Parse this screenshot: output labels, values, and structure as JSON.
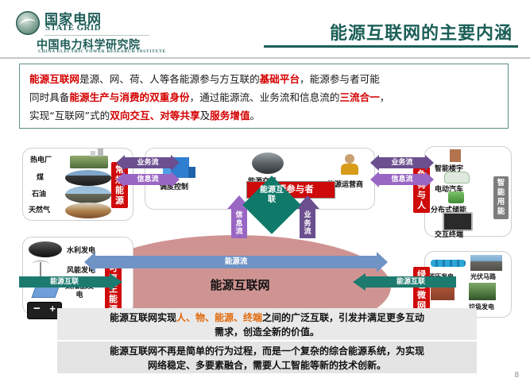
{
  "header": {
    "logo_cn": "国家电网",
    "logo_en": "STATE GRID",
    "logo_cn2": "中国电力科学研究院",
    "logo_en2": "CHINA ELECTRIC POWER RESEARCH INSTITUTE",
    "title": "能源互联网的主要内涵",
    "title_color": "#1b5f57"
  },
  "intro": {
    "line1_a": "能源互联网",
    "line1_b": "是源、网、荷、人等各能源参与方互联的",
    "line1_c": "基础平台",
    "line1_d": "，能源参与者可能",
    "line2_a": "同时具备",
    "line2_b": "能源生产与消费的双重身份",
    "line2_c": "，通过能源流、业务流和信息流的",
    "line2_d": "三流合一",
    "line2_e": "，",
    "line3_a": "实现“互联网”式的",
    "line3_b": "双向交互、对等共享",
    "line3_c": "及",
    "line3_d": "服务增值",
    "line3_e": "。"
  },
  "diagram": {
    "conventional": {
      "chip": "常规能源",
      "items": [
        "热电厂",
        "煤",
        "石油",
        "天然气"
      ]
    },
    "renewable": {
      "chip": "可再生能源",
      "items": [
        "水利发电",
        "风能发电",
        "太阳能发电"
      ]
    },
    "participants": {
      "banner": "能源参与者",
      "items": [
        "调度控制",
        "能源交易",
        "能源运营商"
      ]
    },
    "load_people": {
      "chip": "负荷与人",
      "chip2": "智能用能",
      "items": [
        "智能楼宇",
        "电动汽车",
        "分布式储能",
        "交互终端"
      ]
    },
    "green_micro": {
      "chip": "绿色微网",
      "items": [
        "碳压发电",
        "光伏马路",
        "垃圾发电"
      ]
    },
    "arrows": {
      "business_flow": "业务流",
      "information_flow": "信息流",
      "energy_flow": "能源流",
      "energy_interconnect": "能源互联"
    },
    "center": {
      "diamond": "能源互联",
      "title": "能源互联网"
    },
    "colors": {
      "business_purple": "#6b4f8f",
      "info_purple": "#9a66c4",
      "energy_blue": "#6f93c4",
      "teal": "#1d7a6f",
      "ellipse_pink": "#cf9492",
      "red": "#cf0a0a"
    }
  },
  "captions": {
    "box1_line1_a": "能源互联网实现",
    "box1_line1_b": "人、物、能源、终端",
    "box1_line1_c": "之间的广泛互联，引发并满足更多互动",
    "box1_line2": "需求，创造全新的价值。",
    "box2_line1": "能源互联网不再是简单的行为过程，而是一个复杂的综合能源系统，为实现",
    "box2_line2": "网络稳定、多要素融合，需要人工智能等新的技术创新。"
  },
  "footer": {
    "page": "8"
  }
}
